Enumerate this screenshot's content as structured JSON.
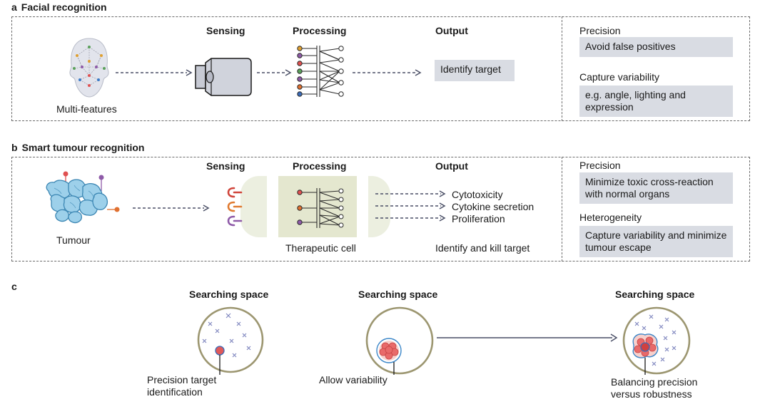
{
  "panel_a": {
    "letter": "a",
    "title": "Facial recognition",
    "sensing": "Sensing",
    "processing": "Processing",
    "output": "Output",
    "face_label": "Multi-features",
    "output_box": "Identify target",
    "side": {
      "h1": "Precision",
      "b1": "Avoid false positives",
      "h2": "Capture variability",
      "b2": "e.g. angle, lighting and expression"
    }
  },
  "panel_b": {
    "letter": "b",
    "title": "Smart tumour recognition",
    "sensing": "Sensing",
    "processing": "Processing",
    "output": "Output",
    "tumour_label": "Tumour",
    "cell_label": "Therapeutic cell",
    "outputs": [
      "Cytotoxicity",
      "Cytokine secretion",
      "Proliferation"
    ],
    "bottom_output": "Identify and kill target",
    "side": {
      "h1": "Precision",
      "b1": "Minimize toxic cross-reaction with normal organs",
      "h2": "Heterogeneity",
      "b2": "Capture variability and minimize tumour escape"
    }
  },
  "panel_c": {
    "letter": "c",
    "circles": [
      {
        "title": "Searching space",
        "caption": "Precision target identification"
      },
      {
        "title": "Searching space",
        "caption": "Allow variability"
      },
      {
        "title": "Searching space",
        "caption": "Balancing precision versus robustness"
      }
    ]
  },
  "colors": {
    "dash": "#6b6b6b",
    "gray_box": "#d9dce3",
    "tumour_blue": "#9dd0ea",
    "tumour_stroke": "#3b86b3",
    "circle_stroke": "#9c9670",
    "target_red": "#e04848",
    "x_mark": "#7c83bd",
    "cell_bg": "#ecefe0"
  }
}
